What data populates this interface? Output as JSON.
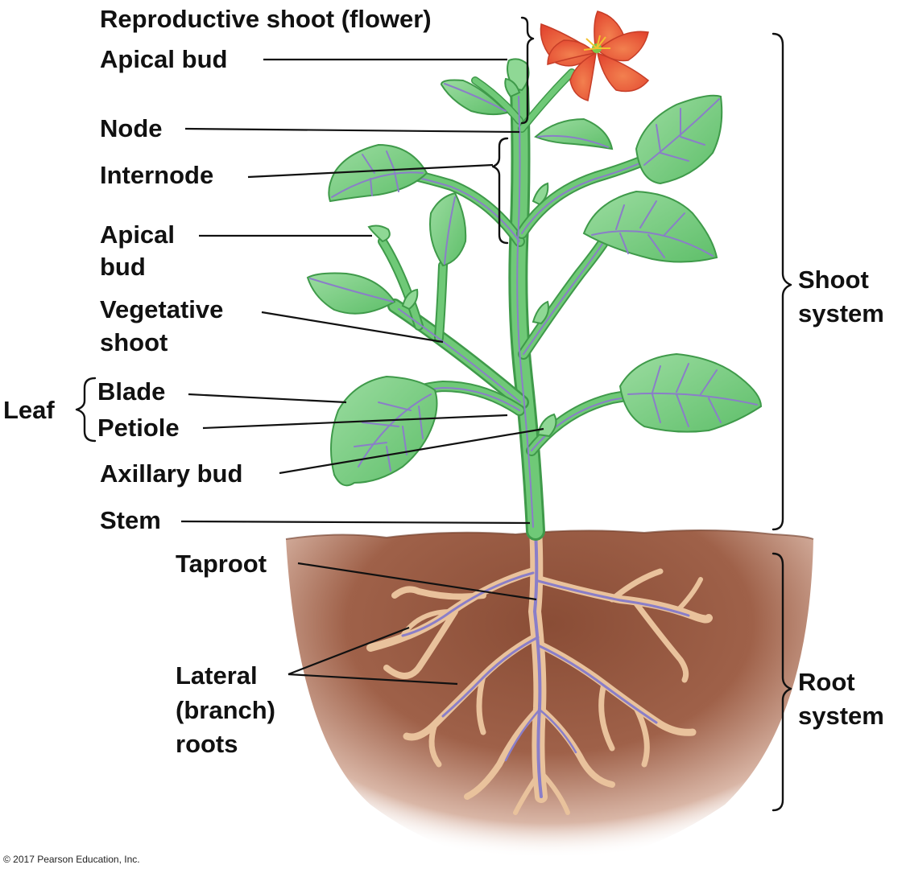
{
  "labels": {
    "reproductive_shoot": "Reproductive shoot (flower)",
    "apical_bud_top": "Apical bud",
    "node": "Node",
    "internode": "Internode",
    "apical_bud_side_1": "Apical",
    "apical_bud_side_2": "bud",
    "vegetative_shoot_1": "Vegetative",
    "vegetative_shoot_2": "shoot",
    "leaf": "Leaf",
    "blade": "Blade",
    "petiole": "Petiole",
    "axillary_bud": "Axillary bud",
    "stem": "Stem",
    "taproot": "Taproot",
    "lateral_roots_1": "Lateral",
    "lateral_roots_2": "(branch)",
    "lateral_roots_3": "roots",
    "shoot_system_1": "Shoot",
    "shoot_system_2": "system",
    "root_system_1": "Root",
    "root_system_2": "system"
  },
  "copyright": "© 2017 Pearson Education, Inc.",
  "colors": {
    "leaf": "#7dcf86",
    "leaf_dark": "#3f9a4a",
    "vein": "#8a7ec8",
    "stem": "#5bb864",
    "flower": "#ec5a3d",
    "soil": "#8a4d36",
    "root": "#e9c29c"
  }
}
